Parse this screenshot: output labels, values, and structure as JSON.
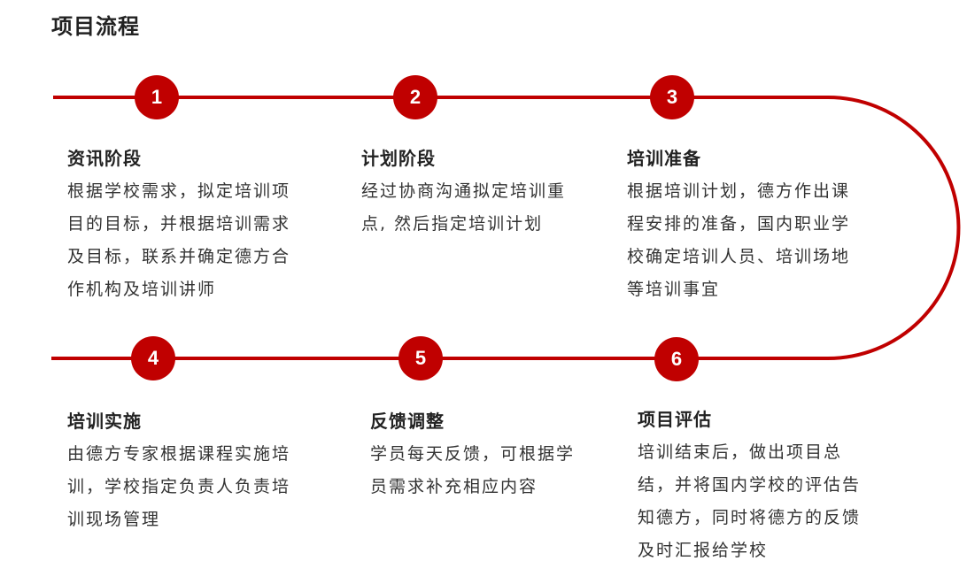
{
  "page_title": "项目流程",
  "colors": {
    "accent": "#c00000",
    "text": "#333333",
    "heading": "#222222"
  },
  "steps": [
    {
      "number": "1",
      "title": "资讯阶段",
      "desc": "根据学校需求，拟定培训项目的目标，并根据培训需求及目标，联系并确定德方合作机构及培训讲师"
    },
    {
      "number": "2",
      "title": "计划阶段",
      "desc": "经过协商沟通拟定培训重点, 然后指定培训计划"
    },
    {
      "number": "3",
      "title": "培训准备",
      "desc": "根据培训计划，德方作出课程安排的准备，国内职业学校确定培训人员、培训场地等培训事宜"
    },
    {
      "number": "4",
      "title": "培训实施",
      "desc": "由德方专家根据课程实施培训，学校指定负责人负责培训现场管理"
    },
    {
      "number": "5",
      "title": "反馈调整",
      "desc": "学员每天反馈，可根据学员需求补充相应内容"
    },
    {
      "number": "6",
      "title": "项目评估",
      "desc": "培训结束后，做出项目总结，并将国内学校的评估告知德方，同时将德方的反馈及时汇报给学校"
    }
  ]
}
